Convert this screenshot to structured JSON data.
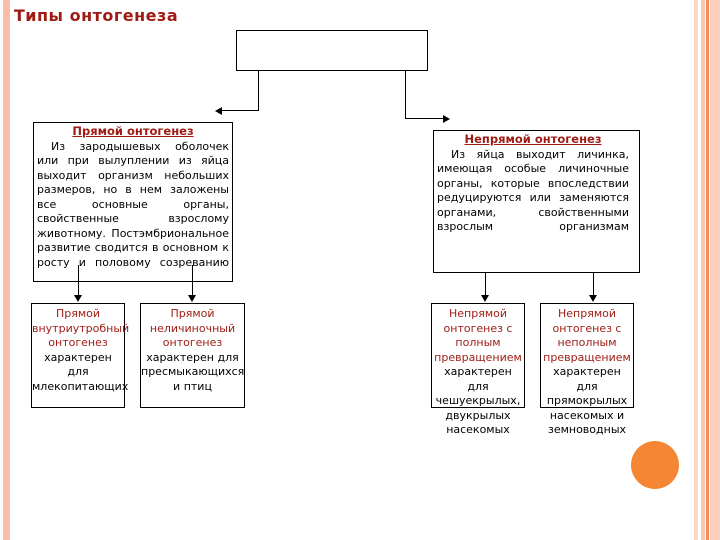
{
  "slide": {
    "title": "Типы онтогенеза",
    "accent_color": "#9E1B13",
    "deco_circle_color": "#F58634",
    "stripe_colors": [
      "#F9BDA8",
      "#FBD8C8",
      "#FAC6B1",
      "#EF8E5E",
      "#FCCFBC"
    ]
  },
  "branches": {
    "left": {
      "heading": "Прямой онтогенез",
      "body": "Из зародышевых оболочек или при вылуплении из яйца выходит организм небольших размеров, но в нем заложены все основные органы, свойственные взрослому животному. Постэмбриональное развитие сводится в основном к росту и половому созреванию",
      "children": [
        {
          "title": "Прямой внутриутробный онтогенез",
          "body": "характерен для млекопитающих"
        },
        {
          "title": "Прямой неличиночный онтогенез",
          "body": "характерен для пресмыкающихся и птиц"
        }
      ]
    },
    "right": {
      "heading": "Непрямой онтогенез",
      "body": "Из яйца выходит личинка, имеющая особые личиночные органы, которые впоследствии редуцируются или заменяются органами, свойственными взрослым организмам",
      "children": [
        {
          "title": "Непрямой онтогенез с полным превращением",
          "body": "характерен для чешуекрылых, двукрылых насекомых"
        },
        {
          "title": "Непрямой онтогенез с неполным превращением",
          "body": "характерен для прямокрылых насекомых и земноводных"
        }
      ]
    }
  }
}
